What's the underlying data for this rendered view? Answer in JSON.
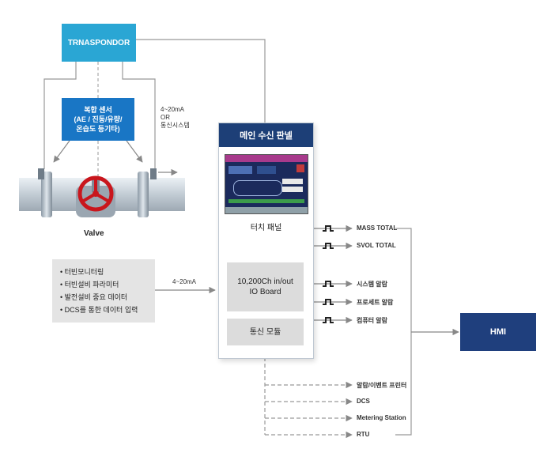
{
  "transponder": {
    "label": "TRNASPONDOR"
  },
  "sensor": {
    "label_lines": [
      "복합 센서",
      "(AE / 진동/유량/",
      "온습도 등기타)"
    ]
  },
  "signal_note": {
    "lines": [
      "4~20mA",
      "OR",
      "통신시스템"
    ]
  },
  "valve": {
    "label": "Valve"
  },
  "panel": {
    "title": "메인 수신 판넬",
    "touch_label": "터치 패널",
    "io_board_lines": [
      "10,200Ch in/out",
      "IO Board"
    ],
    "comm_module": "통신 모듈"
  },
  "inputs": {
    "items": [
      "터빈모니터링",
      "터빈설비 파라미터",
      "발전설비 중요 데이터",
      "DCS를 통한 데이터 입력"
    ],
    "signal": "4~20mA"
  },
  "outputs": {
    "pulse_items": [
      "MASS TOTAL",
      "SVOL TOTAL",
      "시스템 알람",
      "프로세트 알람",
      "컴퓨터 알람"
    ],
    "comm_items": [
      "알람/이벤트 프린터",
      "DCS",
      "Metering Station",
      "RTU"
    ]
  },
  "hmi": {
    "label": "HMI"
  },
  "colors": {
    "transponder": "#2aa6d4",
    "sensor": "#1976c5",
    "panel_header": "#1d3f77",
    "hmi": "#1f3f7d"
  }
}
